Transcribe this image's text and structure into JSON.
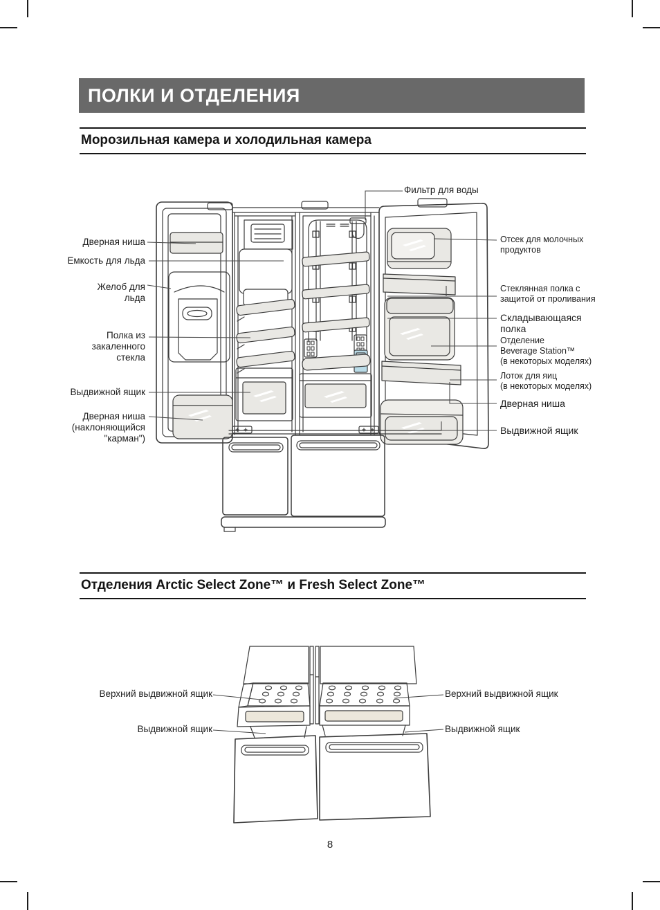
{
  "page": {
    "header_title": "ПОЛКИ И ОТДЕЛЕНИЯ",
    "page_number": "8"
  },
  "sections": {
    "compartments": {
      "title": "Морозильная камера и холодильная камера"
    },
    "zones": {
      "title": "Отделения Arctic Select Zone™ и Fresh Select Zone™"
    }
  },
  "fig1_labels": {
    "water_filter": [
      "Фильтр для воды"
    ],
    "door_pocket_left": [
      "Дверная ниша"
    ],
    "ice_container": [
      "Емкость для льда"
    ],
    "ice_chute": [
      "Желоб для",
      "льда"
    ],
    "tempered_glass_shelf": [
      "Полка из",
      "закаленного",
      "стекла"
    ],
    "drawer_left": [
      "Выдвижной ящик"
    ],
    "tilting_door_pocket": [
      "Дверная ниша",
      "(наклоняющийся",
      "\"карман\")"
    ],
    "dairy_compartment": [
      "Отсек для молочных",
      "продуктов"
    ],
    "spill_proof_glass_shelf": [
      "Стеклянная полка с",
      "защитой от проливания"
    ],
    "folding_shelf": [
      "Складывающаяся",
      "полка"
    ],
    "beverage_station": [
      "Отделение",
      "Beverage Station™",
      "(в некоторых моделях)"
    ],
    "egg_tray": [
      "Лоток для яиц",
      "(в некоторых моделях)"
    ],
    "door_pocket_right": [
      "Дверная ниша"
    ],
    "drawer_right": [
      "Выдвижной ящик"
    ]
  },
  "fig2_labels": {
    "upper_drawer_left": [
      "Верхний выдвижной ящик"
    ],
    "drawer_left": [
      "Выдвижной ящик"
    ],
    "upper_drawer_right": [
      "Верхний выдвижной ящик"
    ],
    "drawer_right": [
      "Выдвижной ящик"
    ]
  },
  "colors": {
    "header_bg": "#696969",
    "line_art": "#3b3b3b",
    "callout_line": "#4a4a4a",
    "shade": "#e9e8e4",
    "tray_slot": "#ece7db",
    "beverage_blue": "#b9dbe7"
  }
}
